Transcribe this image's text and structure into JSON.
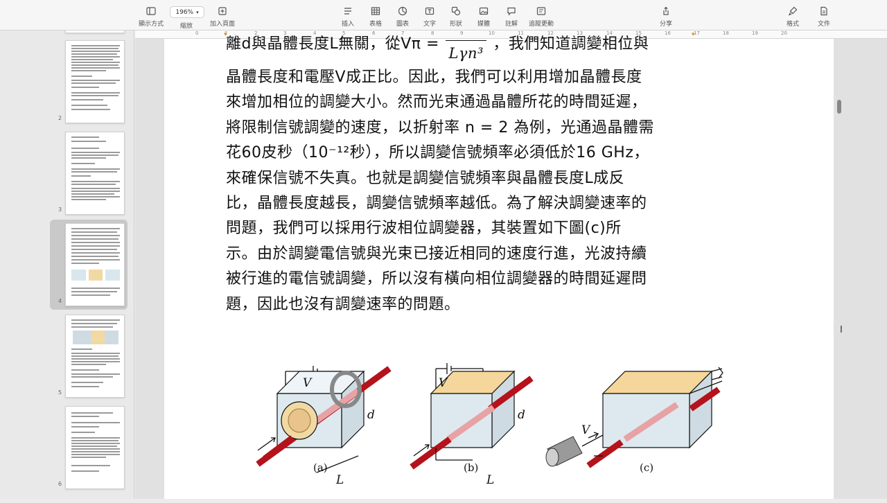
{
  "toolbar": {
    "view_label": "顯示方式",
    "zoom_label": "縮放",
    "zoom_value": "196%",
    "add_page_label": "加入頁面",
    "insert_label": "插入",
    "table_label": "表格",
    "chart_label": "圖表",
    "text_label": "文字",
    "shape_label": "形狀",
    "media_label": "媒體",
    "comment_label": "註解",
    "track_label": "追蹤更動",
    "share_label": "分享",
    "format_label": "格式",
    "document_label": "文件"
  },
  "ruler": {
    "ticks": [
      "0",
      "1",
      "2",
      "3",
      "4",
      "5",
      "6",
      "7",
      "8",
      "9",
      "10",
      "11",
      "12",
      "13",
      "14",
      "15",
      "16",
      "17",
      "18",
      "19",
      "20"
    ]
  },
  "sidebar": {
    "pages": [
      "2",
      "3",
      "4",
      "5",
      "6"
    ]
  },
  "document": {
    "top_line": "離d與晶體長度L無關，從Vπ =",
    "top_fraction": "Lγn³",
    "top_line_end": "，我們知道調變相位與",
    "lines": [
      "晶體長度和電壓V成正比。因此，我們可以利用增加晶體長度",
      "來增加相位的調變大小。然而光束通過晶體所花的時間延遲，",
      "將限制信號調變的速度，以折射率 n = 2 為例，光通過晶體需",
      "花60皮秒（10⁻¹²秒），所以調變信號頻率必須低於16 GHz，",
      "來確保信號不失真。也就是調變信號頻率與晶體長度L成反",
      "比，晶體長度越長，調變信號頻率越低。為了解決調變速率的",
      "問題，我們可以採用行波相位調變器，其裝置如下圖(c)所",
      "示。由於調變電信號與光束已接近相同的速度行進，光波持續",
      "被行進的電信號調變，所以沒有橫向相位調變器的時間延遲問",
      "題，因此也沒有調變速率的問題。"
    ],
    "figure": {
      "label_V": "V",
      "label_d": "d",
      "label_L": "L",
      "captions": [
        "(a)",
        "(b)",
        "(c)"
      ]
    }
  },
  "colors": {
    "crystal": "#dce9ef",
    "electrode": "#f5d79b",
    "beam": "#b5121b"
  }
}
